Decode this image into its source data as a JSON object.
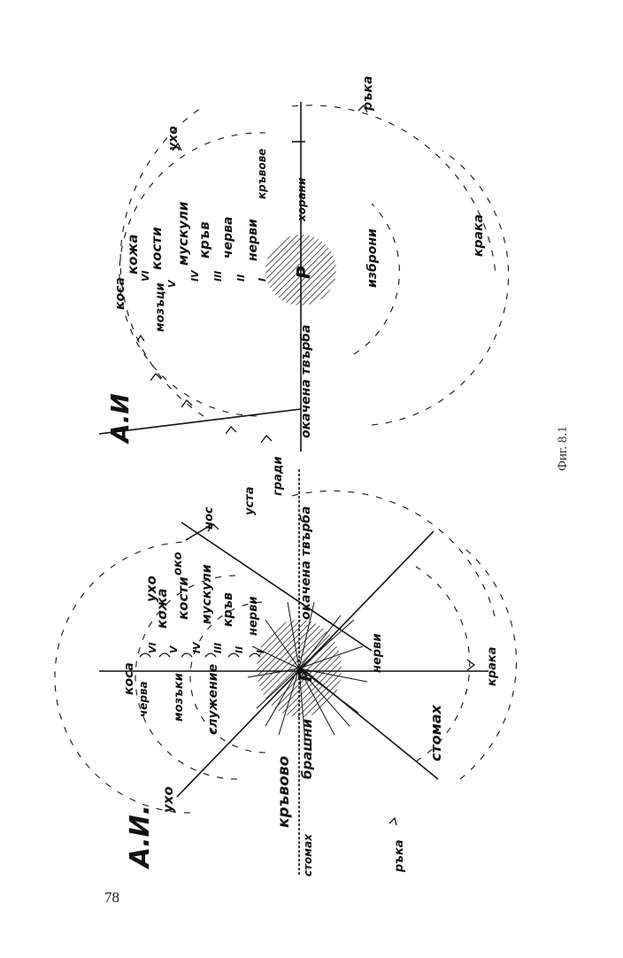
{
  "page": {
    "number": "78",
    "caption": "Фиг. 8.1"
  },
  "figure": {
    "left_drawing": {
      "corner_label": "А.И.",
      "labels": {
        "ukho": "ухо",
        "oko": "око",
        "nos": "нос",
        "usta": "уста",
        "gradi": "гради",
        "okachena_tvarba": "окачена твърба",
        "kosa": "коса",
        "cherva": "черва",
        "kozha": "кожа",
        "kosti": "кости",
        "muskuli": "мускули",
        "krv": "кръв",
        "nervi": "нерви",
        "muzgi": "мозъки",
        "sluzhenie": "служение",
        "krvovo": "кръвово",
        "brashni": "брашни",
        "ruka": "ръка",
        "kraka": "крака",
        "stomah": "стомах",
        "roman_vi": "VI",
        "roman_v": "V",
        "roman_iv": "IV",
        "roman_iii": "III",
        "roman_ii": "II",
        "roman_i": "I",
        "center_p": "Р"
      }
    },
    "right_drawing": {
      "corner_label": "А.И",
      "labels": {
        "ukho": "ухо",
        "ruka": "ръка",
        "kosa": "коса",
        "kozha": "кожа",
        "kosti": "кости",
        "muskuli": "мускули",
        "krv": "кръв",
        "cherva": "черва",
        "nervi": "нерви",
        "muzgi": "мозъци",
        "krvovo": "кръвове",
        "roman_vi": "VI",
        "roman_v": "V",
        "roman_iv": "IV",
        "roman_iii": "III",
        "roman_ii": "II",
        "roman_i": "I",
        "center_p": "Р",
        "khorani": "хорани",
        "kraka": "крака",
        "vybrani": "изброни",
        "okachena_tvarba": "окачена твърба"
      }
    }
  },
  "colors": {
    "ink": "#111111",
    "paper": "#ffffff",
    "caption": "#333333"
  }
}
